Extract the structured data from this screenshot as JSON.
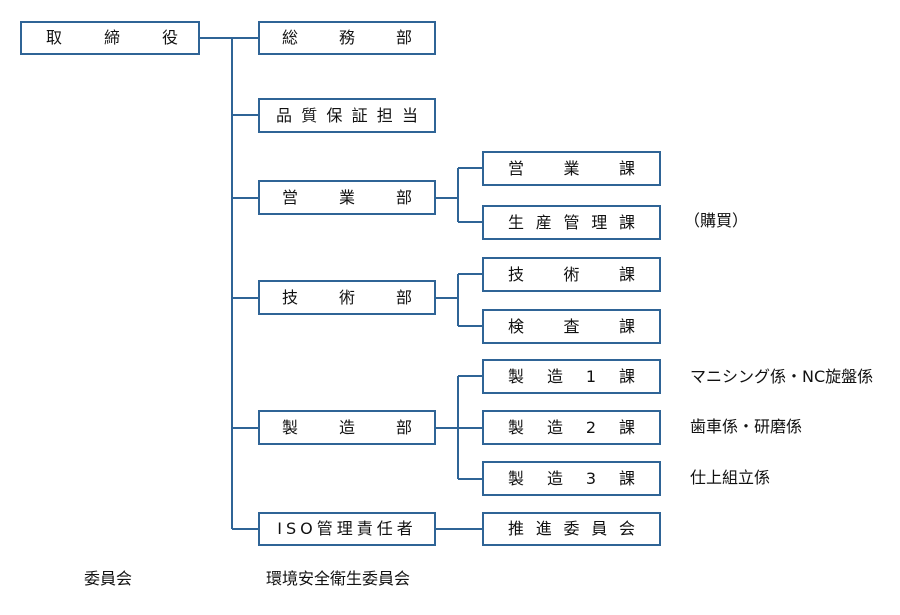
{
  "nodes": {
    "torishimariyaku": "取締役",
    "somubu": "総務部",
    "hinshitsu": "品質保証担当",
    "eigyobu": "営業部",
    "eigyoka": "営業課",
    "seisankanrika": "生産管理課",
    "gijutsubu": "技術部",
    "gijutsuka": "技術課",
    "kensaka": "検査課",
    "seizobu": "製造部",
    "seizo1ka": "製造1課",
    "seizo2ka": "製造2課",
    "seizo3ka": "製造3課",
    "iso": "ISO管理責任者",
    "suishin": "推進委員会"
  },
  "notes": {
    "konyu": "（購買）",
    "seizo1": "マニシング係・NC旋盤係",
    "seizo2": "歯車係・研磨係",
    "seizo3": "仕上組立係"
  },
  "footer": {
    "left": "委員会",
    "right": "環境安全衛生委員会"
  },
  "colors": {
    "line": "#2f6496"
  }
}
